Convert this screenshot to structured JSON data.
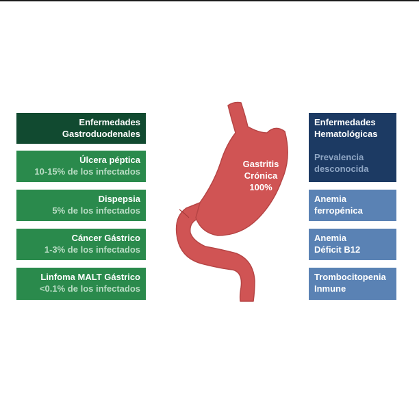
{
  "left_column": {
    "header": {
      "line1": "Enfermedades",
      "line2": "Gastroduodenales"
    },
    "items": [
      {
        "title": "Úlcera péptica",
        "detail": "10-15% de los infectados"
      },
      {
        "title": "Dispepsia",
        "detail": "5% de los infectados"
      },
      {
        "title": "Cáncer Gástrico",
        "detail": "1-3% de los infectados"
      },
      {
        "title": "Linfoma MALT Gástrico",
        "detail": "<0.1% de los infectados"
      }
    ]
  },
  "center": {
    "line1": "Gastritis",
    "line2": "Crónica",
    "line3": "100%"
  },
  "right_column": {
    "header": {
      "line1": "Enfermedades",
      "line2": "Hematológicas",
      "sub1": "Prevalencia",
      "sub2": "desconocida"
    },
    "items": [
      {
        "line1": "Anemia",
        "line2": "ferropénica"
      },
      {
        "line1": "Anemia",
        "line2": "Déficit B12"
      },
      {
        "line1": "Trombocitopenia",
        "line2": "Inmune"
      }
    ]
  },
  "colors": {
    "left_header": "#114a30",
    "left_item": "#2a8a4c",
    "right_header": "#1c3a63",
    "right_item": "#5a82b4",
    "stomach": "#d05454"
  }
}
